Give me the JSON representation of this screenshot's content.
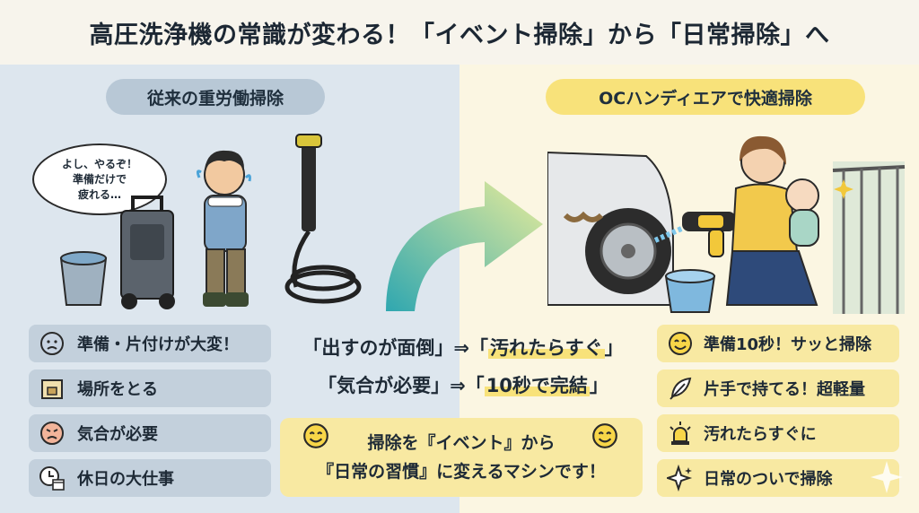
{
  "title": "高圧洗浄機の常識が変わる！「イベント掃除」から「日常掃除」へ",
  "left": {
    "heading": "従来の重労働掃除",
    "speech": [
      "よし、やるぞ！",
      "準備だけで",
      "疲れる…"
    ],
    "items": [
      {
        "label": "準備・片付けが大変！",
        "icon": "worried-face-icon"
      },
      {
        "label": "場所をとる",
        "icon": "storage-box-icon"
      },
      {
        "label": "気合が必要",
        "icon": "frustrated-face-icon"
      },
      {
        "label": "休日の大仕事",
        "icon": "clock-calendar-icon"
      }
    ]
  },
  "right": {
    "heading": "OCハンディエアで快適掃除",
    "items": [
      {
        "label": "準備10秒！サッと掃除",
        "icon": "smiley-icon"
      },
      {
        "label": "片手で持てる！超軽量",
        "icon": "feather-icon"
      },
      {
        "label": "汚れたらすぐに",
        "icon": "alarm-light-icon"
      },
      {
        "label": "日常のついで掃除",
        "icon": "sparkle-icon"
      }
    ]
  },
  "center": {
    "line1_a": "「出すのが面倒」⇒「",
    "line1_b": "汚れたらすぐ",
    "line1_c": "」",
    "line2_a": "「気合が必要」⇒「",
    "line2_b": "10秒で完結",
    "line2_c": "」",
    "cta_line1": "掃除を『イベント』から",
    "cta_line2": "『日常の習慣』に変えるマシンです！"
  },
  "colors": {
    "left_bg": "#dde6ee",
    "right_bg": "#fbf6e2",
    "accent_yellow": "#f8e27a",
    "arrow_teal": "#3fb7b0"
  }
}
